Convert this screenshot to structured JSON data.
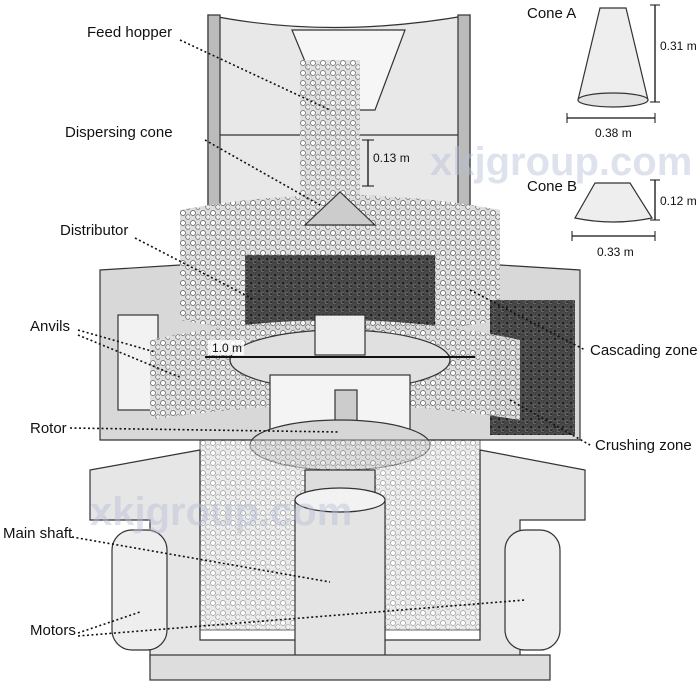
{
  "labels": {
    "feed_hopper": "Feed hopper",
    "dispersing_cone": "Dispersing cone",
    "distributor": "Distributor",
    "anvils": "Anvils",
    "rotor": "Rotor",
    "main_shaft": "Main shaft",
    "motors": "Motors",
    "cascading_zone": "Cascading zone",
    "crushing_zone": "Crushing zone"
  },
  "dimensions": {
    "cone_gap": "0.13 m",
    "rotor_diameter": "1.0 m"
  },
  "cones": {
    "a": {
      "name": "Cone A",
      "height": "0.31 m",
      "width": "0.38 m"
    },
    "b": {
      "name": "Cone B",
      "height": "0.12 m",
      "width": "0.33 m"
    }
  },
  "watermark": "xkjgroup.com"
}
